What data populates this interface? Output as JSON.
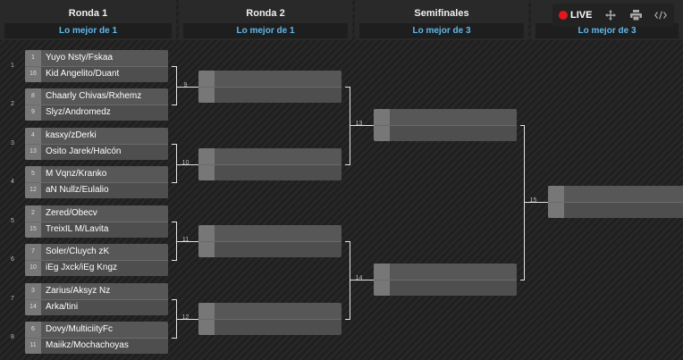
{
  "rounds": [
    {
      "title": "Ronda 1",
      "format": "Lo mejor de 1"
    },
    {
      "title": "Ronda 2",
      "format": "Lo mejor de 1"
    },
    {
      "title": "Semifinales",
      "format": "Lo mejor de 3"
    },
    {
      "title": "",
      "format": "Lo mejor de 3"
    }
  ],
  "toolbar": {
    "live_label": "LIVE",
    "icons": [
      "live-dot-icon",
      "move-icon",
      "print-icon",
      "code-icon"
    ],
    "live_color": "#e4161b"
  },
  "colors": {
    "accent": "#5fb8ec",
    "background": "#1f1f1f"
  },
  "round1": [
    {
      "number": "1",
      "slots": [
        {
          "seed": "1",
          "name": "Yuyo Nsty/Fskaa"
        },
        {
          "seed": "16",
          "name": "Kid Angelito/Duant"
        }
      ]
    },
    {
      "number": "2",
      "slots": [
        {
          "seed": "8",
          "name": "Chaarly Chivas/Rxhemz"
        },
        {
          "seed": "9",
          "name": "Slyz/Andromedz"
        }
      ]
    },
    {
      "number": "3",
      "slots": [
        {
          "seed": "4",
          "name": "kasxy/zDerki"
        },
        {
          "seed": "13",
          "name": "Osito Jarek/Halcón"
        }
      ]
    },
    {
      "number": "4",
      "slots": [
        {
          "seed": "5",
          "name": "M Vqnz/Kranko"
        },
        {
          "seed": "12",
          "name": "aN Nullz/Eulalio"
        }
      ]
    },
    {
      "number": "5",
      "slots": [
        {
          "seed": "2",
          "name": "Zered/Obecv"
        },
        {
          "seed": "15",
          "name": "TreixIL M/Lavita"
        }
      ]
    },
    {
      "number": "6",
      "slots": [
        {
          "seed": "7",
          "name": "Soler/Cluych zK"
        },
        {
          "seed": "10",
          "name": "iEg Jxck/iEg Kngz"
        }
      ]
    },
    {
      "number": "7",
      "slots": [
        {
          "seed": "3",
          "name": "Zarius/Aksyz Nz"
        },
        {
          "seed": "14",
          "name": "Arka/tini"
        }
      ]
    },
    {
      "number": "8",
      "slots": [
        {
          "seed": "6",
          "name": "Dovy/MulticiityFc"
        },
        {
          "seed": "11",
          "name": "Maiikz/Mochachoyas"
        }
      ]
    }
  ],
  "round2": [
    {
      "number": "9"
    },
    {
      "number": "10"
    },
    {
      "number": "11"
    },
    {
      "number": "12"
    }
  ],
  "semifinals": [
    {
      "number": "13"
    },
    {
      "number": "14"
    }
  ],
  "final": [
    {
      "number": "15"
    }
  ]
}
